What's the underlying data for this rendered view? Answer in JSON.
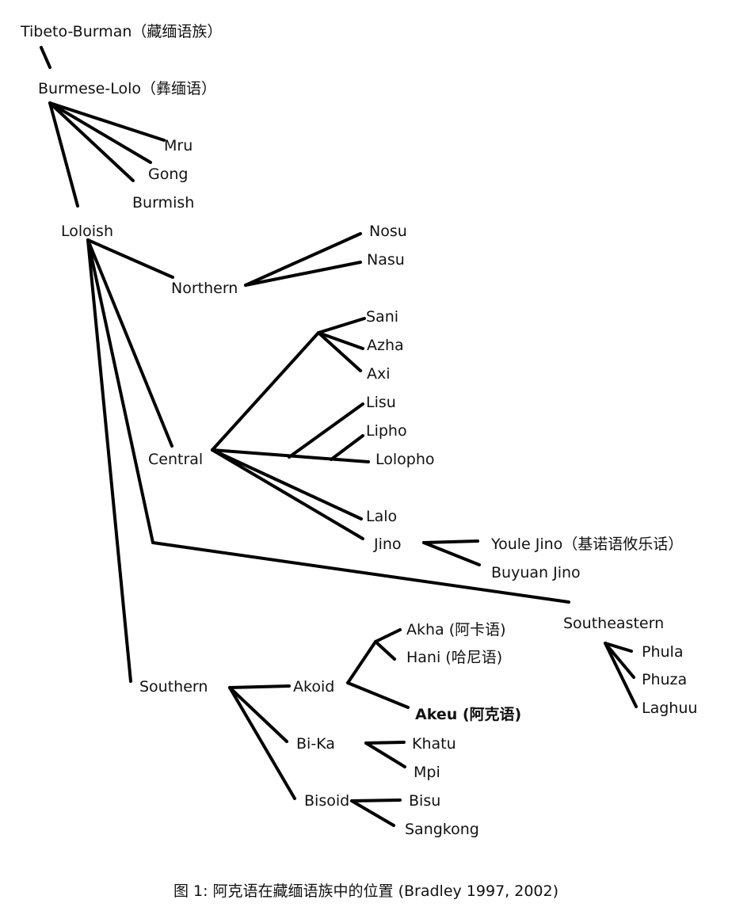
{
  "nodes": [
    {
      "id": "tibeto-burman",
      "label": "Tibeto-Burman（藏缅语族）"
    },
    {
      "id": "burmese-lolo",
      "label": "Burmese-Lolo（彝缅语）"
    },
    {
      "id": "mru",
      "label": "Mru"
    },
    {
      "id": "gong",
      "label": "Gong"
    },
    {
      "id": "burmish",
      "label": "Burmish"
    },
    {
      "id": "loloish",
      "label": "Loloish"
    },
    {
      "id": "nosu",
      "label": "Nosu"
    },
    {
      "id": "nasu",
      "label": "Nasu"
    },
    {
      "id": "northern",
      "label": "Northern"
    },
    {
      "id": "sani",
      "label": "Sani"
    },
    {
      "id": "azha",
      "label": "Azha"
    },
    {
      "id": "axi",
      "label": "Axi"
    },
    {
      "id": "lisu",
      "label": "Lisu"
    },
    {
      "id": "lipho",
      "label": "Lipho"
    },
    {
      "id": "central",
      "label": "Central"
    },
    {
      "id": "lolopho",
      "label": "Lolopho"
    },
    {
      "id": "lalo",
      "label": "Lalo"
    },
    {
      "id": "jino",
      "label": "Jino"
    },
    {
      "id": "youle-jino",
      "label": "Youle Jino（基诺语攸乐话）"
    },
    {
      "id": "buyuan-jino",
      "label": "Buyuan Jino"
    },
    {
      "id": "southeastern",
      "label": "Southeastern"
    },
    {
      "id": "akha",
      "label": "Akha (阿卡语)"
    },
    {
      "id": "hani",
      "label": "Hani (哈尼语)"
    },
    {
      "id": "phula",
      "label": "Phula"
    },
    {
      "id": "southern",
      "label": "Southern"
    },
    {
      "id": "akoid",
      "label": "Akoid"
    },
    {
      "id": "phuza",
      "label": "Phuza"
    },
    {
      "id": "akeu",
      "label": "Akeu (阿克语)"
    },
    {
      "id": "laghuu",
      "label": "Laghuu"
    },
    {
      "id": "bi-ka",
      "label": "Bi-Ka"
    },
    {
      "id": "khatu",
      "label": "Khatu"
    },
    {
      "id": "mpi",
      "label": "Mpi"
    },
    {
      "id": "bisoid",
      "label": "Bisoid"
    },
    {
      "id": "bisu",
      "label": "Bisu"
    },
    {
      "id": "sangkong",
      "label": "Sangkong"
    }
  ],
  "caption": "图 1:  阿克语在藏缅语族中的位置  (Bradley 1997, 2002)"
}
